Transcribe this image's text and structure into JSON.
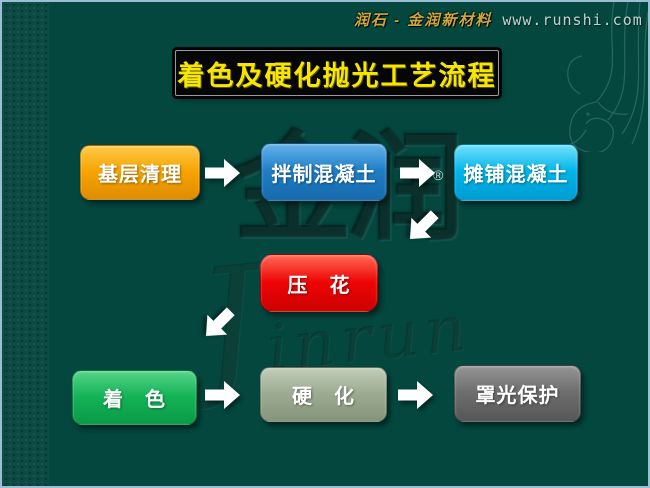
{
  "header": {
    "brand": "润石 - 金润新材料",
    "website": "www.runshi.com"
  },
  "title": {
    "text": "着色及硬化抛光工艺流程",
    "text_color": "#f6e600",
    "bg_color": "#060606"
  },
  "watermark": {
    "cjk": "金润",
    "script": "Jinrun",
    "registered": "®"
  },
  "flow": {
    "steps": [
      {
        "label": "基层清理",
        "color": "#f7a400",
        "color_light": "#ffc94a",
        "color_dark": "#df8c00"
      },
      {
        "label": "拌制混凝土",
        "color": "#1e7ec6",
        "color_light": "#63b1e9",
        "color_dark": "#176aab"
      },
      {
        "label": "摊铺混凝土",
        "color": "#00b5e9",
        "color_light": "#72e1fb",
        "color_dark": "#009cd2"
      },
      {
        "label": "压　花",
        "color": "#ee0505",
        "color_light": "#ff6a55",
        "color_dark": "#cd0000"
      },
      {
        "label": "着　色",
        "color": "#13b356",
        "color_light": "#55d488",
        "color_dark": "#0a9a47"
      },
      {
        "label": "硬　化",
        "color": "#9cab92",
        "color_light": "#c2cdb8",
        "color_dark": "#85957b"
      },
      {
        "label": "罩光保护",
        "color": "#6e6e6e",
        "color_light": "#959595",
        "color_dark": "#565656"
      }
    ]
  },
  "colors": {
    "background": "#03473f",
    "frame": "#9bbdd6",
    "left_strip": "#0c4b43",
    "arrow": "#ffffff",
    "brand_text": "#cda73d",
    "website_text": "#c3cecd"
  }
}
